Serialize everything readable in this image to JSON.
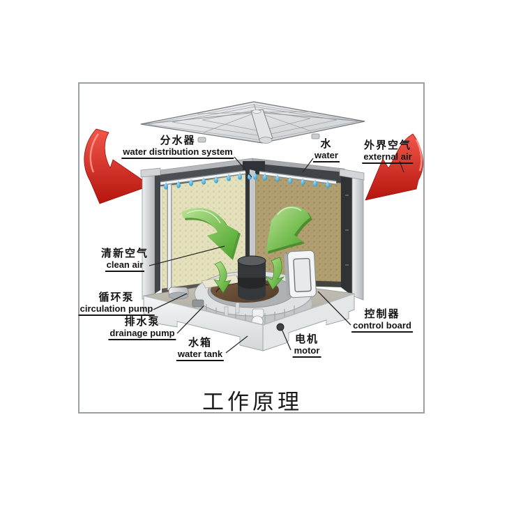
{
  "title": {
    "text": "工作原理"
  },
  "labels": {
    "water_distribution": {
      "zh": "分水器",
      "en": "water distribution system"
    },
    "water": {
      "zh": "水",
      "en": "water"
    },
    "external_air": {
      "zh": "外界空气",
      "en": "external air"
    },
    "clean_air": {
      "zh": "清新空气",
      "en": "clean air"
    },
    "circulation_pump": {
      "zh": "循环泵",
      "en": "circulation pump"
    },
    "drainage_pump": {
      "zh": "排水泵",
      "en": "drainage pump"
    },
    "water_tank": {
      "zh": "水箱",
      "en": "water tank"
    },
    "motor": {
      "zh": "电机",
      "en": "motor"
    },
    "control_board": {
      "zh": "控制器",
      "en": "control board"
    }
  },
  "colors": {
    "frame_border": "#9aa0a5",
    "red_arrow": "#d9261c",
    "green_arrow": "#6cbf45",
    "water_drop": "#2aa3dd",
    "pad_light": "#e0dcb2",
    "pad_dark": "#c0ae7e",
    "metal_gray": "#c8ccce",
    "dark_frame": "#43474b",
    "label_text": "#141414"
  }
}
